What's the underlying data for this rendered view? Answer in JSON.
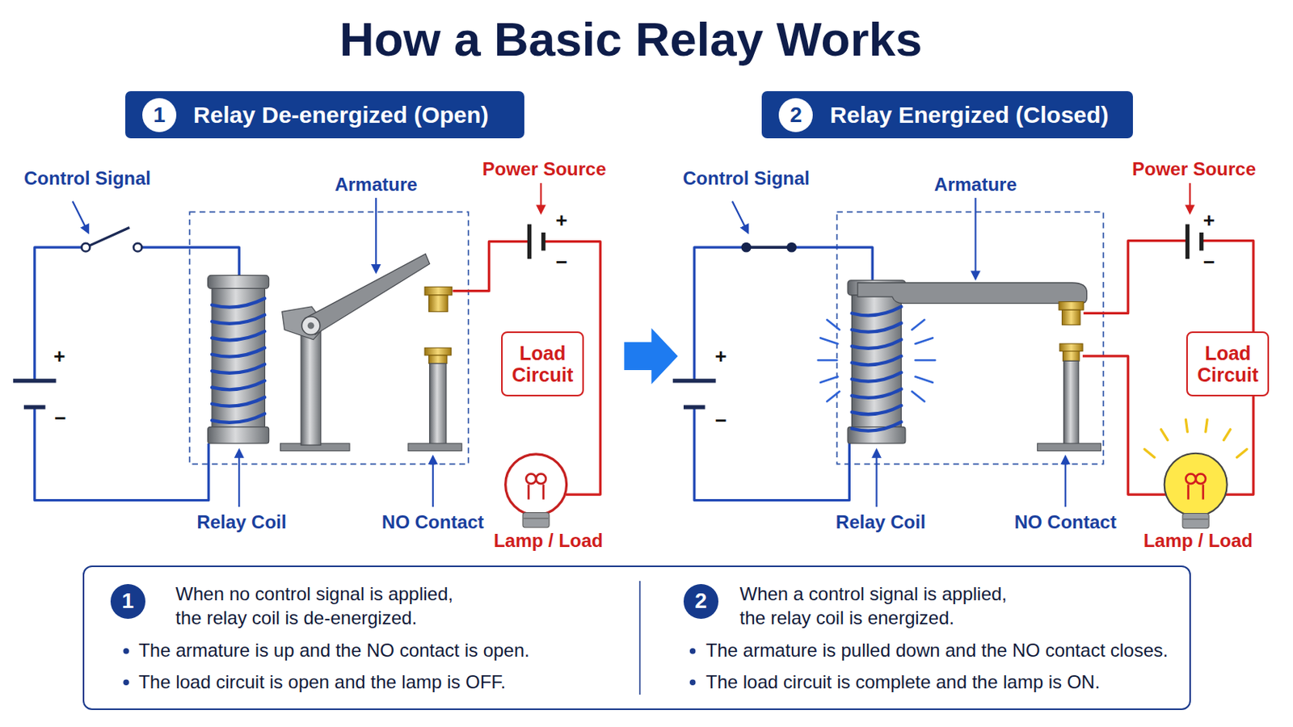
{
  "diagram": {
    "title": "How a Basic Relay Works",
    "nodes": [
      {
        "text": [
          "1",
          "Relay De-energized (Open)"
        ]
      },
      {
        "text": [
          "2",
          "Relay Energized (Closed)"
        ]
      },
      {
        "text": [
          "Load Circuit"
        ]
      },
      {
        "text": [
          "Load Circuit"
        ]
      },
      {
        "text": [
          "When no control signal is applied, the relay coil is de-energized.",
          "The armature is up and the NO contact is open.",
          "The load circuit is open and the lamp is OFF.",
          "When a control signal is applied, the relay coil is energized.",
          "The armature is pulled down and the NO contact closes.",
          "The load circuit is complete and the lamp is ON."
        ]
      },
      {
        "text": [
          "1"
        ],
        "in": 4
      },
      {
        "text": [
          "2"
        ],
        "in": 4
      }
    ],
    "labels": [
      "Control Signal",
      "Armature",
      "Power Source",
      "+",
      "−",
      "+",
      "−",
      "Relay Coil",
      "NO Contact",
      "Lamp / Load",
      "Control Signal",
      "Armature",
      "Power Source",
      "+",
      "−",
      "+",
      "−",
      "Relay Coil",
      "NO Contact",
      "Lamp / Load"
    ]
  }
}
